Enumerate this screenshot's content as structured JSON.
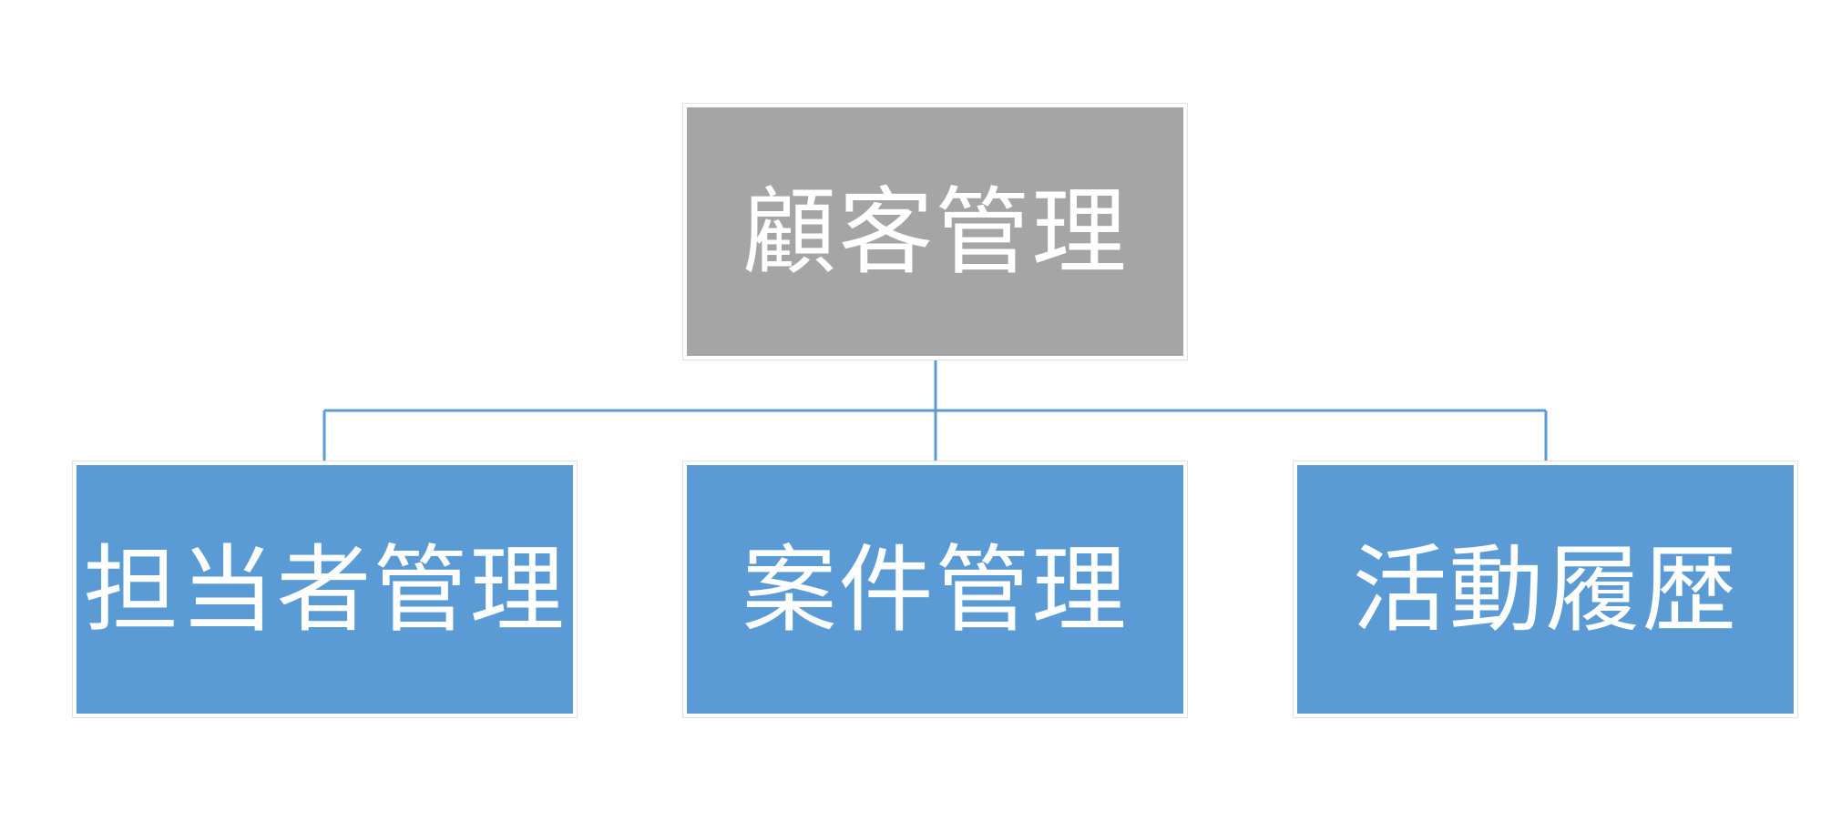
{
  "colors": {
    "root_fill": "#a5a5a5",
    "child_fill": "#5b9bd5",
    "connector": "#5b9bd5",
    "label_text": "#ffffff"
  },
  "root": {
    "label": "顧客管理"
  },
  "children": [
    {
      "label": "担当者管理"
    },
    {
      "label": "案件管理"
    },
    {
      "label": "活動履歴"
    }
  ]
}
